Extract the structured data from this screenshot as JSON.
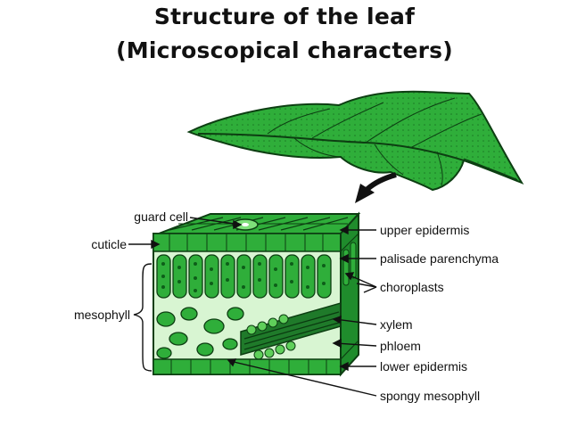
{
  "title": {
    "line1": "Structure of the leaf",
    "line2": "(Microscopical characters)"
  },
  "labels": {
    "guard_cell": "guard cell",
    "cuticle": "cuticle",
    "mesophyll": "mesophyll",
    "upper_epidermis": "upper epidermis",
    "palisade_parenchyma": "palisade parenchyma",
    "choroplasts": "choroplasts",
    "xylem": "xylem",
    "phloem": "phloem",
    "lower_epidermis": "lower epidermis",
    "spongy_mesophyll": "spongy mesophyll"
  },
  "colors": {
    "leaf_green": "#2fae3a",
    "dark_green": "#0d5e19",
    "light_green": "#7ee07a"
  }
}
